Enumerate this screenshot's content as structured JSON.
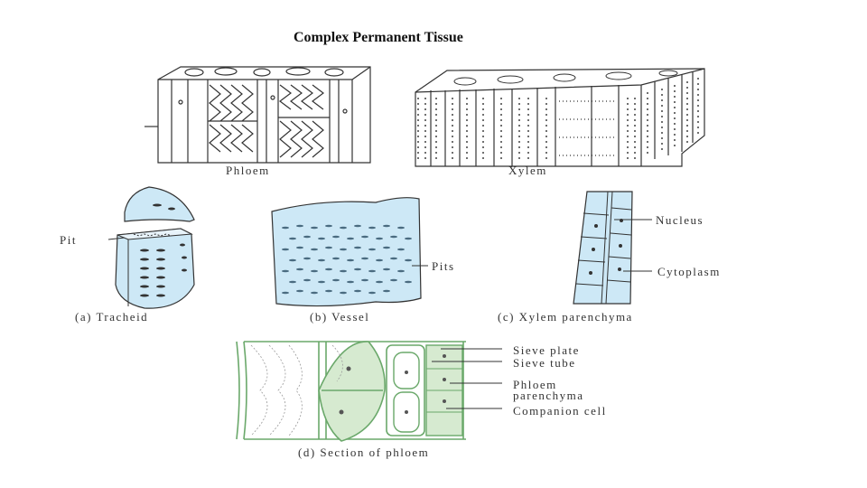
{
  "slide": {
    "title": "Complex Permanent Tissue"
  },
  "figure_top": {
    "phloem_label": "Phloem",
    "xylem_label": "Xylem"
  },
  "figure_middle": {
    "tracheid_pit_label": "Pit",
    "tracheid_caption": "(a) Tracheid",
    "vessel_pits_label": "Pits",
    "vessel_caption": "(b) Vessel",
    "parenchyma_nucleus_label": "Nucleus",
    "parenchyma_cytoplasm_label": "Cytoplasm",
    "parenchyma_caption": "(c) Xylem parenchyma"
  },
  "figure_bottom": {
    "sieve_plate_label": "Sieve plate",
    "sieve_tube_label": "Sieve tube",
    "phloem_parenchyma_label_line1": "Phloem",
    "phloem_parenchyma_label_line2": "parenchyma",
    "companion_cell_label": "Companion cell",
    "caption": "(d) Section of phloem"
  },
  "colors": {
    "xylem_fill": "#cde8f6",
    "phloem_fill": "#d6ead0",
    "phloem_stroke": "#6aa86a",
    "ink": "#333333"
  }
}
